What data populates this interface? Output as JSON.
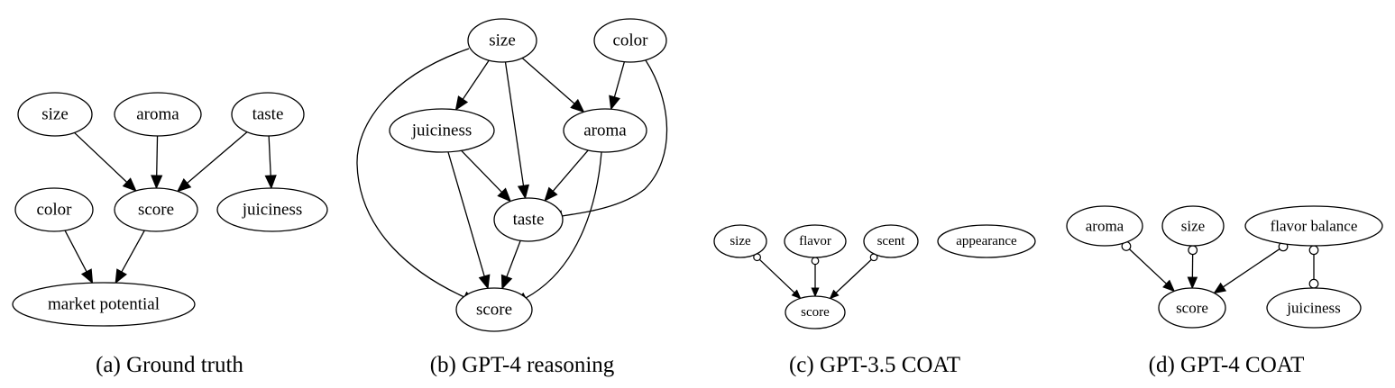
{
  "panels": [
    {
      "id": "a",
      "caption": "(a)  Ground truth",
      "nodes": [
        {
          "id": "size",
          "label": "size"
        },
        {
          "id": "aroma",
          "label": "aroma"
        },
        {
          "id": "taste",
          "label": "taste"
        },
        {
          "id": "color",
          "label": "color"
        },
        {
          "id": "score",
          "label": "score"
        },
        {
          "id": "juiciness",
          "label": "juiciness"
        },
        {
          "id": "market",
          "label": "market potential"
        }
      ],
      "edges": [
        {
          "from": "size",
          "to": "score",
          "type": "arrow"
        },
        {
          "from": "aroma",
          "to": "score",
          "type": "arrow"
        },
        {
          "from": "taste",
          "to": "score",
          "type": "arrow"
        },
        {
          "from": "taste",
          "to": "juiciness",
          "type": "arrow"
        },
        {
          "from": "color",
          "to": "market",
          "type": "arrow"
        },
        {
          "from": "score",
          "to": "market",
          "type": "arrow"
        }
      ]
    },
    {
      "id": "b",
      "caption": "(b)  GPT-4 reasoning",
      "nodes": [
        {
          "id": "size",
          "label": "size"
        },
        {
          "id": "color",
          "label": "color"
        },
        {
          "id": "juiciness",
          "label": "juiciness"
        },
        {
          "id": "aroma",
          "label": "aroma"
        },
        {
          "id": "taste",
          "label": "taste"
        },
        {
          "id": "score",
          "label": "score"
        }
      ],
      "edges": [
        {
          "from": "size",
          "to": "juiciness",
          "type": "arrow"
        },
        {
          "from": "size",
          "to": "taste",
          "type": "arrow"
        },
        {
          "from": "size",
          "to": "aroma",
          "type": "arrow"
        },
        {
          "from": "size",
          "to": "score",
          "type": "arrow"
        },
        {
          "from": "color",
          "to": "aroma",
          "type": "arrow"
        },
        {
          "from": "color",
          "to": "taste",
          "type": "arrow"
        },
        {
          "from": "juiciness",
          "to": "taste",
          "type": "arrow"
        },
        {
          "from": "juiciness",
          "to": "score",
          "type": "arrow"
        },
        {
          "from": "aroma",
          "to": "taste",
          "type": "arrow"
        },
        {
          "from": "aroma",
          "to": "score",
          "type": "arrow"
        },
        {
          "from": "taste",
          "to": "score",
          "type": "arrow"
        }
      ]
    },
    {
      "id": "c",
      "caption": "(c)  GPT-3.5 COAT",
      "nodes": [
        {
          "id": "size",
          "label": "size"
        },
        {
          "id": "flavor",
          "label": "flavor"
        },
        {
          "id": "scent",
          "label": "scent"
        },
        {
          "id": "appearance",
          "label": "appearance"
        },
        {
          "id": "score",
          "label": "score"
        }
      ],
      "edges": [
        {
          "from": "size",
          "to": "score",
          "type": "circle-arrow"
        },
        {
          "from": "flavor",
          "to": "score",
          "type": "circle-arrow"
        },
        {
          "from": "scent",
          "to": "score",
          "type": "circle-arrow"
        }
      ]
    },
    {
      "id": "d",
      "caption": "(d)  GPT-4 COAT",
      "nodes": [
        {
          "id": "aroma",
          "label": "aroma"
        },
        {
          "id": "size",
          "label": "size"
        },
        {
          "id": "flavor_balance",
          "label": "flavor balance"
        },
        {
          "id": "score",
          "label": "score"
        },
        {
          "id": "juiciness",
          "label": "juiciness"
        }
      ],
      "edges": [
        {
          "from": "aroma",
          "to": "score",
          "type": "circle-arrow"
        },
        {
          "from": "size",
          "to": "score",
          "type": "circle-arrow"
        },
        {
          "from": "flavor_balance",
          "to": "score",
          "type": "circle-arrow"
        },
        {
          "from": "flavor_balance",
          "to": "juiciness",
          "type": "circle-circle"
        }
      ]
    }
  ]
}
